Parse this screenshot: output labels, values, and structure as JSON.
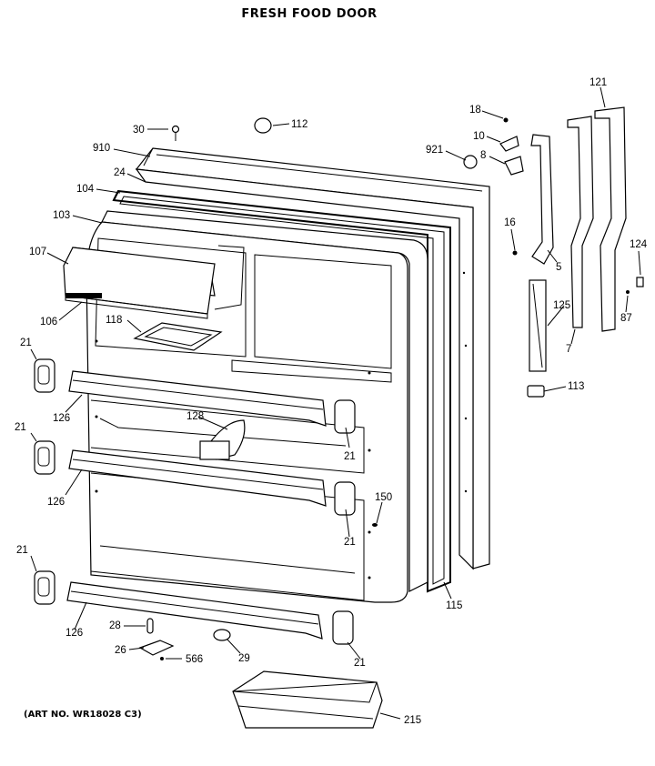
{
  "title": "FRESH FOOD DOOR",
  "art_no": "(ART NO. WR18028 C3)",
  "labels": {
    "l30": "30",
    "l112": "112",
    "l910": "910",
    "l24": "24",
    "l104": "104",
    "l103": "103",
    "l107": "107",
    "l106": "106",
    "l118": "118",
    "l21a": "21",
    "l126a": "126",
    "l21b": "21",
    "l126b": "126",
    "l21c": "21",
    "l126c": "126",
    "l128": "128",
    "l21d": "21",
    "l21e": "21",
    "l150": "150",
    "l21f": "21",
    "l28": "28",
    "l26": "26",
    "l566": "566",
    "l29": "29",
    "l215": "215",
    "l115": "115",
    "l18": "18",
    "l10": "10",
    "l921": "921",
    "l8": "8",
    "l16": "16",
    "l5": "5",
    "l121": "121",
    "l124": "124",
    "l87": "87",
    "l7": "7",
    "l125": "125",
    "l113": "113"
  }
}
